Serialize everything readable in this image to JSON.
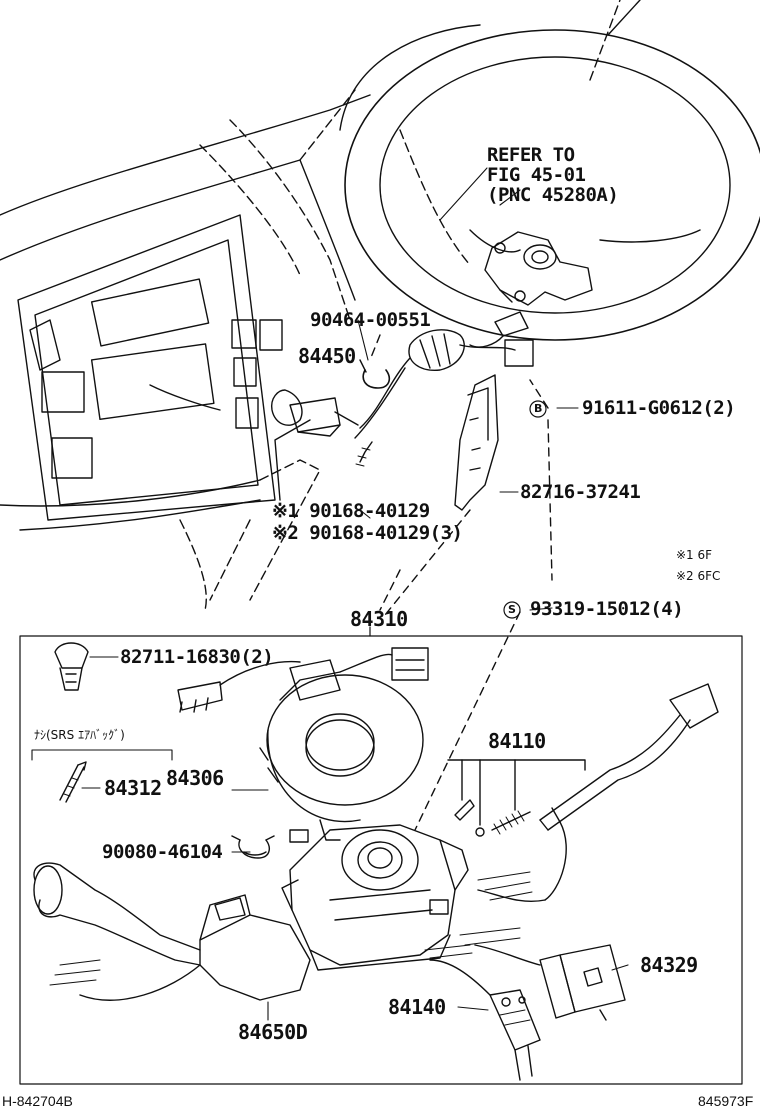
{
  "refer_note": {
    "line1": "REFER TO",
    "line2": "FIG 45-01",
    "line3": "(PNC 45280A)"
  },
  "callouts": {
    "p90464": "90464-00551",
    "p84450": "84450",
    "p91611": "91611-G0612(2)",
    "p82716": "82716-37241",
    "p90168_1": "※1 90168-40129",
    "p90168_2": "※2 90168-40129(3)",
    "p93319": "93319-15012(4)",
    "p84310": "84310",
    "p82711": "82711-16830(2)",
    "p84306": "84306",
    "p84312": "84312",
    "p84110": "84110",
    "p90080": "90080-46104",
    "p84329": "84329",
    "p84140": "84140",
    "p84650D": "84650D"
  },
  "legend": {
    "line1": "※1 6F",
    "line2": "※2 6FC"
  },
  "srs_note": "ﾅｼ(SRS ｴｱﾊﾞｯｸﾞ)",
  "markers": {
    "b": "B",
    "s": "S"
  },
  "footer": {
    "left": "H-842704B",
    "right": "845973F"
  }
}
